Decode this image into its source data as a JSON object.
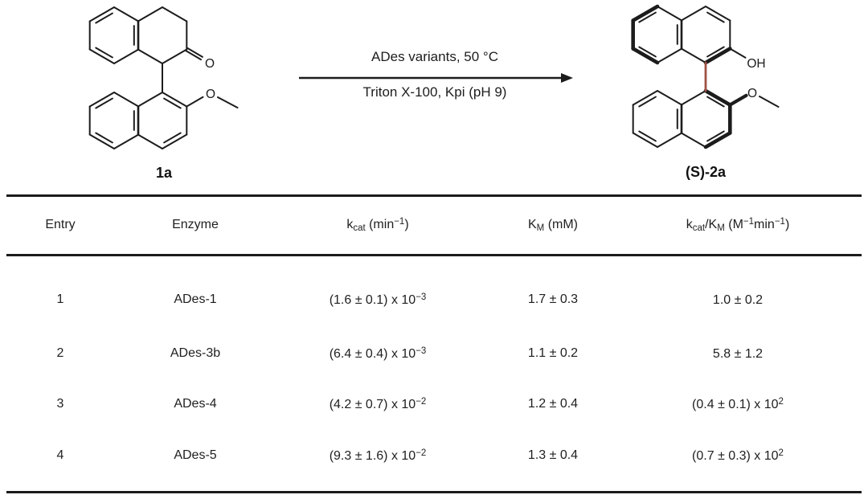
{
  "scheme": {
    "substrate": {
      "label": "1a",
      "ketone_oxygen": "O",
      "methoxy_oxygen": "O"
    },
    "product": {
      "label": "(S)-2a",
      "hydroxyl": "OH",
      "methoxy_oxygen": "O",
      "axial_bond_color": "#9e5243"
    },
    "arrow": {
      "line1": "ADes variants, 50 °C",
      "line2": "Triton X-100, Kpi (pH 9)"
    }
  },
  "table": {
    "headers": {
      "entry": "Entry",
      "enzyme": "Enzyme",
      "kcat": {
        "sym": "k",
        "sub": "cat",
        "unit_open": " (min",
        "sup": "−1",
        "unit_close": ")"
      },
      "km": {
        "sym": "K",
        "sub": "M",
        "unit": " (mM)"
      },
      "eff": {
        "sym1": "k",
        "sub1": "cat",
        "sym2": "/K",
        "sub2": "M",
        "unit_open": " (M",
        "sup1": "−1",
        "mid": "min",
        "sup2": "−1",
        "unit_close": ")"
      }
    },
    "rows": [
      {
        "entry": "1",
        "enzyme": "ADes-1",
        "kcat_main": "(1.6 ± 0.1) x 10",
        "kcat_sup": "−3",
        "km": "1.7 ± 0.3",
        "eff_main": "1.0 ± 0.2",
        "eff_sup": ""
      },
      {
        "entry": "2",
        "enzyme": "ADes-3b",
        "kcat_main": "(6.4 ± 0.4) x 10",
        "kcat_sup": "−3",
        "km": "1.1 ± 0.2",
        "eff_main": "5.8 ± 1.2",
        "eff_sup": ""
      },
      {
        "entry": "3",
        "enzyme": "ADes-4",
        "kcat_main": "(4.2 ± 0.7) x 10",
        "kcat_sup": "−2",
        "km": "1.2 ± 0.4",
        "eff_main": "(0.4 ± 0.1) x 10",
        "eff_sup": "2"
      },
      {
        "entry": "4",
        "enzyme": "ADes-5",
        "kcat_main": "(9.3 ± 1.6) x 10",
        "kcat_sup": "−2",
        "km": "1.3 ± 0.4",
        "eff_main": "(0.7 ± 0.3) x 10",
        "eff_sup": "2"
      }
    ]
  }
}
